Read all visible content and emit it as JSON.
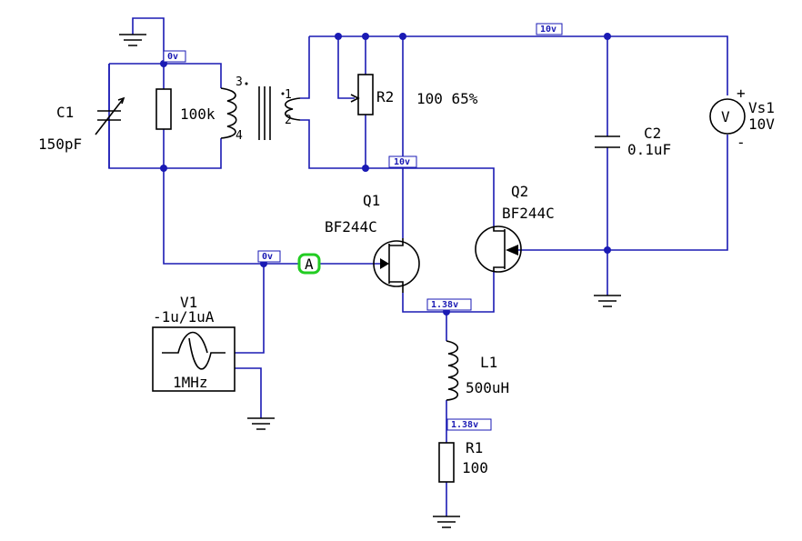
{
  "components": {
    "C1": {
      "ref": "C1",
      "value": "150pF"
    },
    "R100k": {
      "value": "100k"
    },
    "R2": {
      "ref": "R2",
      "value": "100 65%"
    },
    "C2": {
      "ref": "C2",
      "value": "0.1uF"
    },
    "Vs1": {
      "ref": "Vs1",
      "value": "10V",
      "plus": "+",
      "minus": "-",
      "symbol": "V"
    },
    "Q1": {
      "ref": "Q1",
      "model": "BF244C"
    },
    "Q2": {
      "ref": "Q2",
      "model": "BF244C"
    },
    "V1": {
      "ref": "V1",
      "range": "-1u/1uA",
      "freq": "1MHz"
    },
    "L1": {
      "ref": "L1",
      "value": "500uH"
    },
    "R1": {
      "ref": "R1",
      "value": "100"
    }
  },
  "transformer": {
    "pins": [
      "3",
      "4",
      "1",
      "2"
    ]
  },
  "probes": {
    "tank": "0v",
    "supply": "10v",
    "drain": "10v",
    "gate": "0v",
    "source": "1.38v",
    "r1": "1.38v"
  },
  "test_point": "A",
  "colors": {
    "wire": "#1a1ab4",
    "part": "#000000",
    "test_point": "#22cc22",
    "background": "#ffffff"
  }
}
